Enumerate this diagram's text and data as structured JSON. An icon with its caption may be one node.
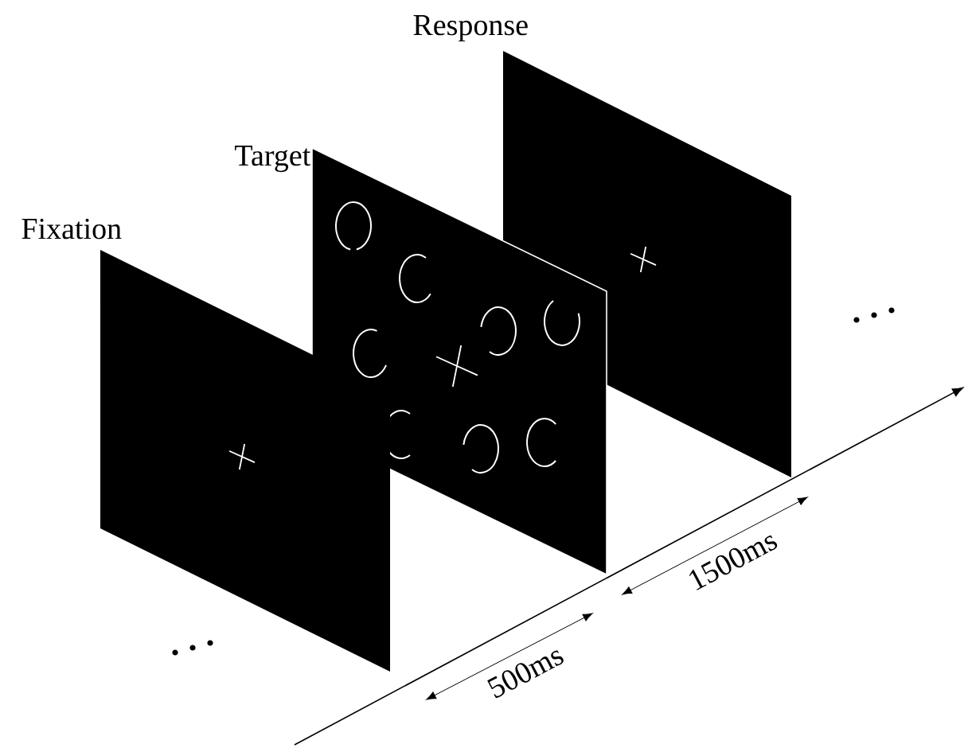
{
  "diagram": {
    "nodes": [
      {
        "text": [
          "Fixation"
        ]
      },
      {
        "text": [
          "Target"
        ]
      },
      {
        "text": [
          "Response"
        ]
      }
    ],
    "labels": [
      "500ms",
      "1500ms"
    ]
  }
}
